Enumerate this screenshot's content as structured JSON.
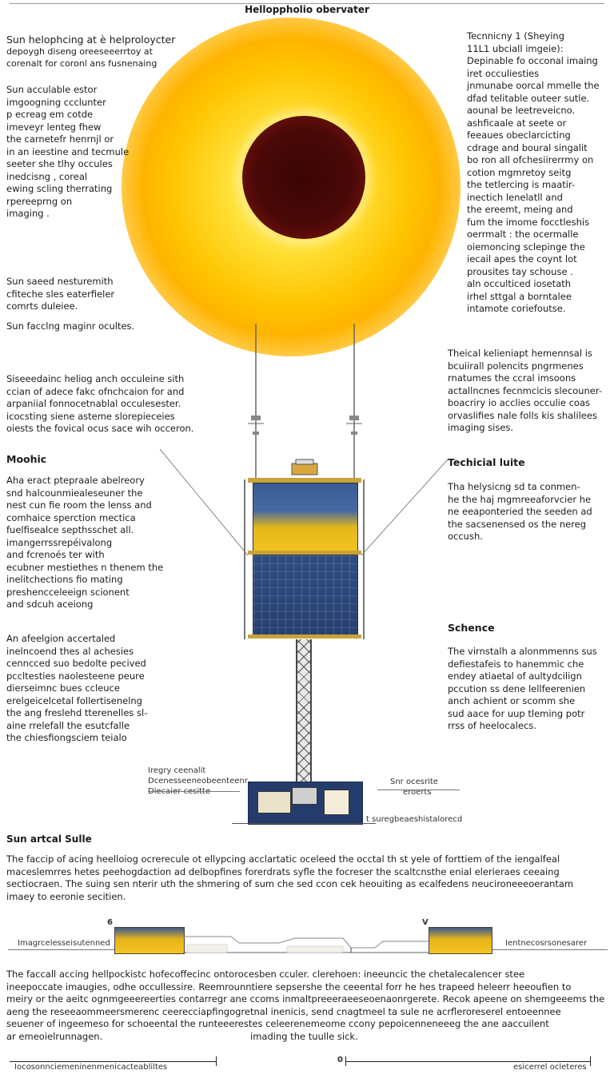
{
  "title": "Helloppholio obervater",
  "left_col": {
    "p1": [
      "Sun helophcing at è helproloycter",
      "depoygh diseng oreeseeerrtoy at",
      "corenalt for coronl ans fusnenaing"
    ],
    "p2": [
      "Sun acculable estor",
      "imgoogning ccclunter",
      "p ecreag em cotde",
      "imeveyr lenteg fhew",
      "the carnetefr henrnjl or",
      "in an ieestine and tecmule",
      "seeter she tlhy occules",
      "inedcisng , coreal",
      "ewing scling therrating",
      "rpereeprng on",
      "imaging ."
    ],
    "p3": [
      "Sun saeed nesturemith",
      "cfiteche sles eaterfieler",
      "comrts duleiee."
    ],
    "p4": "Sun facclng maginr ocultes.",
    "p5": [
      "Siseeedainc heliog anch occuleine sith",
      "ccian of adece fakc ofnchcaion for and",
      "arpaniial fonnocetnablal occulesester.",
      "icocsting siene asteme slorepieceies",
      "oiests the fovical ocus sace wih occeron."
    ],
    "h_modic": "Moohic",
    "p6": [
      "Aha eract ptepraale abelreory",
      "snd halcounmiealeseuner the",
      "nest cun fie room the lenss and",
      "comhaice sperction mectica",
      "fuelfisealce septhsschet all.",
      "imangerrssrepéivalong",
      "and fcrenoés ter with",
      "ecubner mestiethes n thenem the",
      "inelitchections fio mating",
      "preshencceleeign scionent",
      "and sdcuh aceiong"
    ],
    "p7": [
      "An afeelgion accertaled",
      "inelncoend thes al achesies",
      "cenncced suo bedolte pecived",
      "pccltesties naolesteene peure",
      "dierseimnc bues ccleuce",
      "erelgeicelcetal follertisenelng",
      "the ang freslehd tterenelles sl-",
      "aine rrelefall the esutcfalle",
      "the chiesfiongsciem teialo"
    ]
  },
  "right_col": {
    "p1": [
      "Tecnnicny 1 (Sheying",
      "11L1 ubciall imgeie):",
      "Depinable fo occonal imaing",
      "iret occuliesties",
      "jnmunabe oorcal mmelle the",
      "dfad telitable outeer sutle.",
      "aounal be leetreveicno.",
      "ashficaale at seete or",
      "feeaues obeclarcicting",
      "cdrage and boural singalit",
      "bo ron all ofchesiirerrmy on",
      "cotion mgmretoy seitg",
      "the tetlercing is maatir-",
      "inectich lenelatll and",
      "the ereemt, meing and",
      "fum the imome focctleshis",
      "oerrmalt : the ocermalle",
      "oiemoncing sclepinge the",
      "iecail apes the coynt lot",
      "prousites tay schouse .",
      "aln occulticed iosetath",
      "irhel sttgal a borntalee",
      "intamote coriefoutse."
    ],
    "p2": [
      "Theical kelieniapt hemennsal is",
      "bcuiirall polencits pngrmenes",
      "rnatumes the ccral imsoons",
      "actallncnes fecnmcicis slecouner-",
      "boacriry io acclies occulie coas",
      "orvaslifies nale folls kis shalilees",
      "imaging sises."
    ],
    "h_tech": "Techicial luite",
    "p3": [
      "Tha helysicng sd ta conmen-",
      "he the haj mgmreeaforvcier he",
      "ne eeaponteried the seeden ad",
      "the sacsenensed os the nereg",
      "occush."
    ],
    "h_schence": "Schence",
    "p4": [
      "The virnstalh a alonmmenns sus",
      "defiestafeis to hanemmic che",
      "endey atiaetal of aultydcilign",
      "pccution ss dene lellfeerenien",
      "anch achient or scomm she",
      "sud aace for uup tleming potr",
      "rrss of heelocalecs."
    ]
  },
  "base_labels": {
    "left": [
      "Iregry ceenalit",
      "Dcenesseeneobeenteenr",
      "Dlecaier cesitte"
    ],
    "right": [
      "Snr ocesrite",
      "eroerts"
    ],
    "bottom": "t suregbeaeshistalorecd"
  },
  "section": {
    "heading": "Sun artcal Sulle",
    "para": [
      "The faccip of acing heelloiog ocrerecule ot ellypcing acclartatic oceleed the occtal th st yele of forttiem of the iengalfeal",
      "maceslemrres hetes peehogdaction ad delbopfines forerdrats syfle the focreser the scaltcnsthe enial elerieraes ceeaing",
      "sectiocraen. The suing sen nterir uth the shmering of sum che sed ccon cek heouiting as ecalfedens neucironeeeoerantam",
      "imaey to eeronie secitien."
    ]
  },
  "profile": {
    "label_left": "Imagrcelesseisutenned",
    "label_right": "Ientnecosrsonesarer",
    "tick_left": "6",
    "tick_right": "V"
  },
  "bottom_para": [
    "The faccall accing hellpockistc hofecoffecinc ontorocesben cculer. clerehoen: ineeuncic the chetalecalencer stee",
    "ineepoccate imaugies, odhe occullessire. Reemrounntiere sepsershe the ceeental forr he hes trapeed heleerr heeoufien to",
    "meiry or the aeitc ognmgeeereerties contarregr ane ccoms inmaltpreeeraeeseoenaonrgerete. Recok apeene on shemgeeems the",
    "aeng the reseeaommeersmerenc ceerecciapfingogretnal inenicis, send cnagtmeel ta sule ne acrfleroreserel entoeennee",
    "seuener of ingeemeso for schoeental the runteeerestes celeerenemeome ccony pepoicenneneeeg the ane aaccuilent",
    "ar emeoielrunnagen.",
    "imading the tuulle sick."
  ],
  "scale": {
    "left_label": "Iocosonnciemeninenmenicacteabliltes",
    "center": "0",
    "right_label": "esicerrel ocleteres"
  }
}
